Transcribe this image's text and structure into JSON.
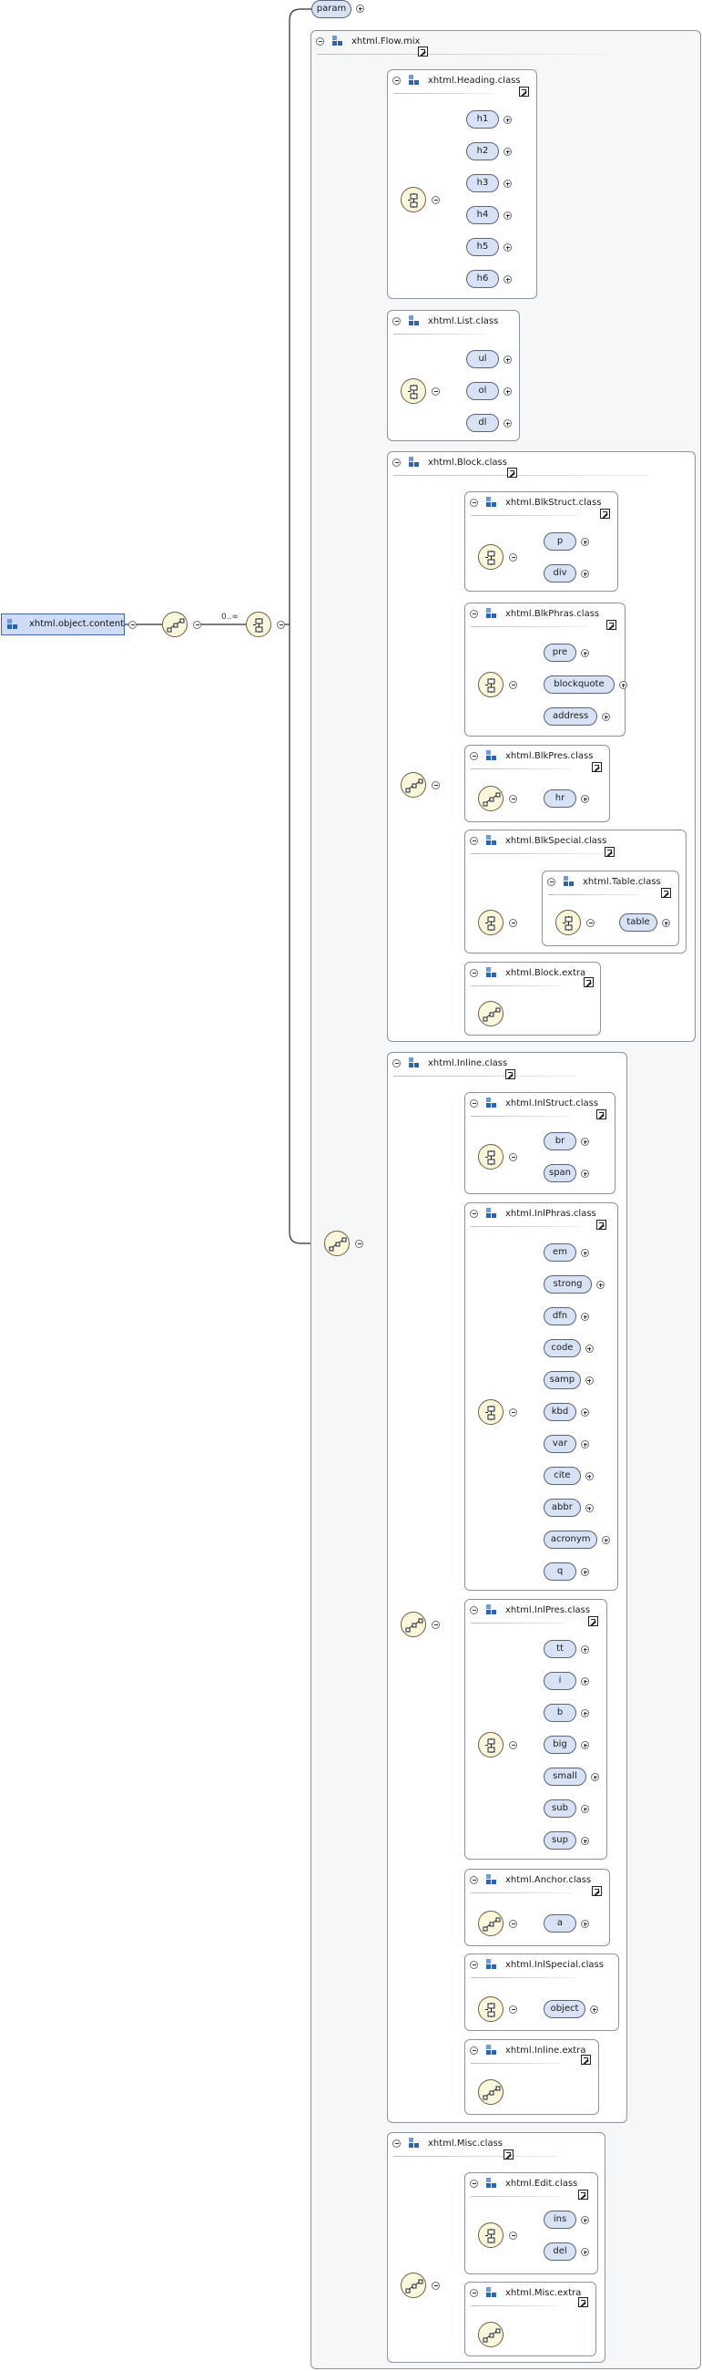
{
  "root": {
    "label": "xhtml.object.content",
    "cardinality": "0..∞"
  },
  "param": {
    "label": "param"
  },
  "flow": {
    "title": "xhtml.Flow.mix"
  },
  "heading": {
    "title": "xhtml.Heading.class",
    "items": [
      "h1",
      "h2",
      "h3",
      "h4",
      "h5",
      "h6"
    ]
  },
  "list": {
    "title": "xhtml.List.class",
    "items": [
      "ul",
      "ol",
      "dl"
    ]
  },
  "block": {
    "title": "xhtml.Block.class",
    "blkstruct": {
      "title": "xhtml.BlkStruct.class",
      "items": [
        "p",
        "div"
      ]
    },
    "blkphras": {
      "title": "xhtml.BlkPhras.class",
      "items": [
        "pre",
        "blockquote",
        "address"
      ]
    },
    "blkpres": {
      "title": "xhtml.BlkPres.class",
      "items": [
        "hr"
      ]
    },
    "blkspecial": {
      "title": "xhtml.BlkSpecial.class",
      "table": {
        "title": "xhtml.Table.class",
        "items": [
          "table"
        ]
      }
    },
    "extra": {
      "title": "xhtml.Block.extra"
    }
  },
  "inline": {
    "title": "xhtml.Inline.class",
    "inlstruct": {
      "title": "xhtml.InlStruct.class",
      "items": [
        "br",
        "span"
      ]
    },
    "inlphras": {
      "title": "xhtml.InlPhras.class",
      "items": [
        "em",
        "strong",
        "dfn",
        "code",
        "samp",
        "kbd",
        "var",
        "cite",
        "abbr",
        "acronym",
        "q"
      ]
    },
    "inlpres": {
      "title": "xhtml.InlPres.class",
      "items": [
        "tt",
        "i",
        "b",
        "big",
        "small",
        "sub",
        "sup"
      ]
    },
    "anchor": {
      "title": "xhtml.Anchor.class",
      "items": [
        "a"
      ]
    },
    "inlspecial": {
      "title": "xhtml.InlSpecial.class",
      "items": [
        "object"
      ]
    },
    "extra": {
      "title": "xhtml.Inline.extra"
    }
  },
  "misc": {
    "title": "xhtml.Misc.class",
    "edit": {
      "title": "xhtml.Edit.class",
      "items": [
        "ins",
        "del"
      ]
    },
    "extra": {
      "title": "xhtml.Misc.extra"
    }
  },
  "colors": {
    "node_fill": "#d7e2f4",
    "node_stroke": "#5d6470",
    "compositor_fill": "#fbf7dd",
    "icon_blue": "#2c64b3",
    "wire": "#2a2a2a"
  }
}
